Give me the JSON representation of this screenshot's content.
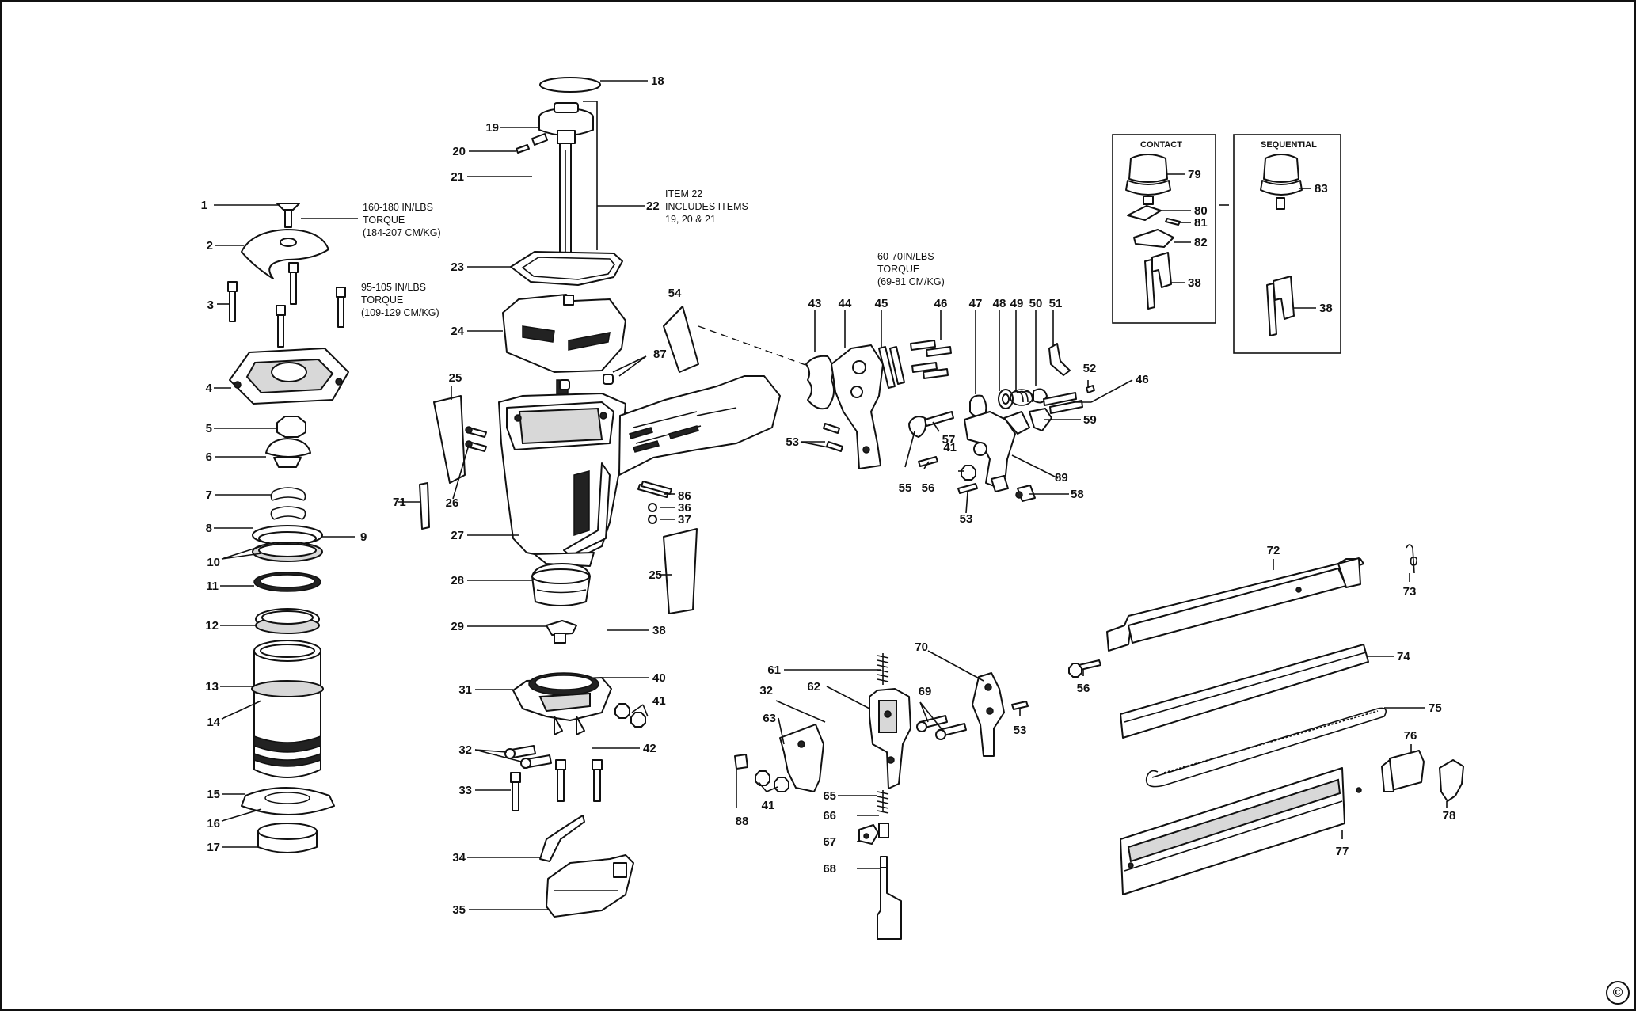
{
  "callouts": [
    "1",
    "2",
    "3",
    "4",
    "5",
    "6",
    "7",
    "8",
    "9",
    "10",
    "11",
    "12",
    "13",
    "14",
    "15",
    "16",
    "17",
    "18",
    "19",
    "20",
    "21",
    "22",
    "23",
    "24",
    "25",
    "26",
    "27",
    "28",
    "29",
    "31",
    "32",
    "33",
    "34",
    "35",
    "36",
    "37",
    "38",
    "40",
    "41",
    "42",
    "43",
    "44",
    "45",
    "46",
    "47",
    "48",
    "49",
    "50",
    "51",
    "52",
    "53",
    "54",
    "55",
    "56",
    "57",
    "58",
    "59",
    "61",
    "62",
    "63",
    "65",
    "66",
    "67",
    "68",
    "69",
    "70",
    "71",
    "72",
    "73",
    "74",
    "75",
    "76",
    "77",
    "78",
    "79",
    "80",
    "81",
    "82",
    "83",
    "86",
    "87",
    "88",
    "89",
    "25",
    "53",
    "32",
    "41",
    "46",
    "53",
    "38",
    "56",
    "41",
    "53",
    "38"
  ],
  "notes": {
    "torque_top": [
      "160-180 IN/LBS",
      "TORQUE",
      "(184-207 CM/KG)"
    ],
    "torque_mid": [
      "95-105 IN/LBS",
      "TORQUE",
      "(109-129 CM/KG)"
    ],
    "item22": [
      "ITEM 22",
      "INCLUDES ITEMS",
      "19, 20 & 21"
    ],
    "torque_right": [
      "60-70IN/LBS",
      "TORQUE",
      "(69-81 CM/KG)"
    ]
  },
  "insets": {
    "contact_label": "CONTACT",
    "sequential_label": "SEQUENTIAL"
  },
  "copyright_symbol": "©"
}
